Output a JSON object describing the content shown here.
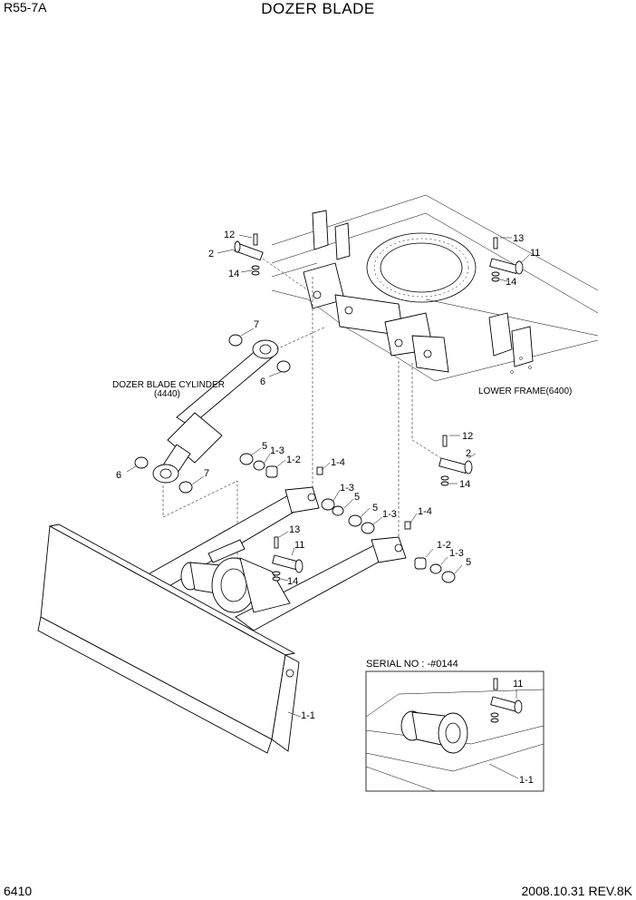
{
  "header": {
    "model": "R55-7A",
    "title": "DOZER BLADE"
  },
  "footer": {
    "page_number": "6410",
    "date_rev": "2008.10.31  REV.8K"
  },
  "annotations": {
    "cylinder_label": "DOZER BLADE CYLINDER",
    "cylinder_ref": "(4440)",
    "frame_label": "LOWER FRAME(6400)",
    "serial_label": "SERIAL NO : -#0144"
  },
  "callouts": {
    "c12a": "12",
    "c2a": "2",
    "c14a": "14",
    "c13a": "13",
    "c11a": "11",
    "c14b": "14",
    "c7a": "7",
    "c6a": "6",
    "c12b": "12",
    "c2b": "2",
    "c14c": "14",
    "c5a": "5",
    "c13b": "1-3",
    "c12c": "1-2",
    "c6b": "6",
    "c7b": "7",
    "c14d": "1-4",
    "c13c": "1-3",
    "c5b": "5",
    "c5c": "5",
    "c13d": "1-3",
    "c14e": "1-4",
    "c13e": "13",
    "c11b": "11",
    "c14f": "14",
    "c12d": "1-2",
    "c13f": "1-3",
    "c5d": "5",
    "c11a_blade": "1-1",
    "c11c": "11",
    "c11_inset": "1-1"
  }
}
